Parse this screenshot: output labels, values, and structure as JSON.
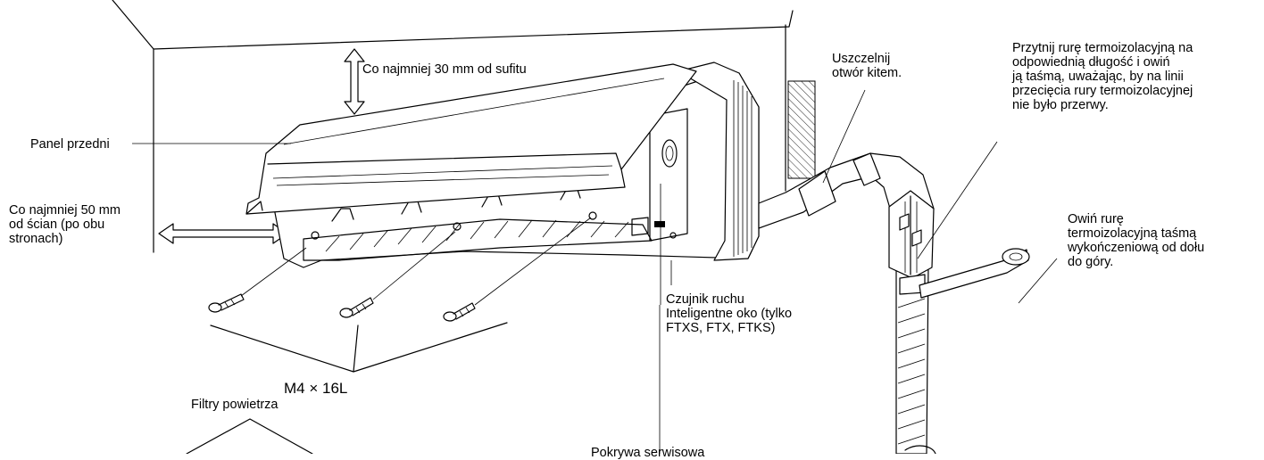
{
  "labels": {
    "ceiling": "Co najmniej 30 mm od sufitu",
    "front_panel": "Panel przedni",
    "walls": "Co najmniej 50 mm\nod ścian (po obu\nstronach)",
    "seal": "Uszczelnij\notwór kitem.",
    "cut_tube": "Przytnij rurę termoizolacyjną na\nodpowiednią długość i owiń\nją taśmą, uważając, by na linii\nprzecięcia rury termoizolacyjnej\nnie było przerwy.",
    "wrap_tape": "Owiń rurę\ntermoizolacyjną taśmą\nwykończeniową od dołu\ndo góry.",
    "sensor": "Czujnik ruchu\nInteligentne oko (tylko\nFTXS, FTX, FTKS)",
    "screws": "M4 × 16L",
    "filters": "Filtry powietrza",
    "service_cover": "Pokrywa serwisowa"
  }
}
